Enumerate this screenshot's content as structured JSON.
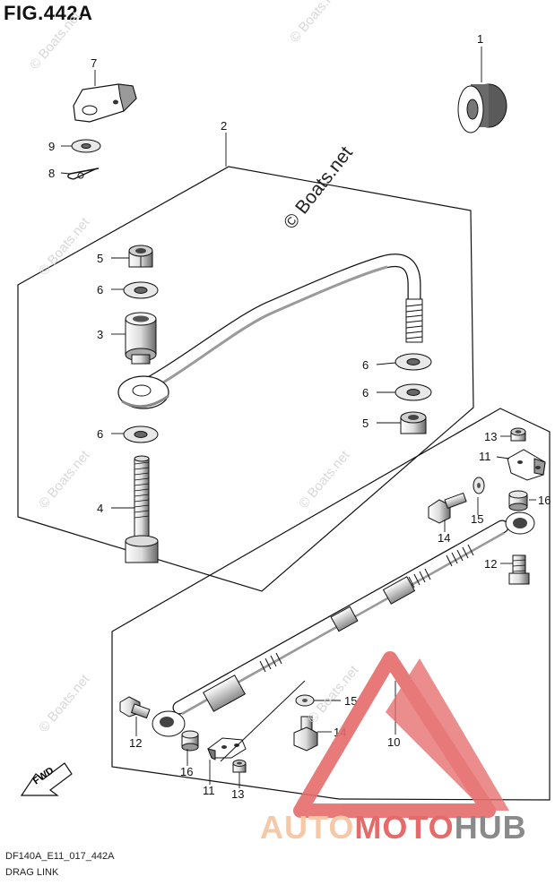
{
  "figure": {
    "title": "FIG.442A",
    "code": "DF140A_E11_017_442A",
    "name": "DRAG LINK",
    "copyright": "© Boats.net"
  },
  "watermark": {
    "text": "© Boats.net",
    "brand_part1": "AUTO",
    "brand_part2": "MOTO",
    "brand_part3": "HUB"
  },
  "direction_label": "FWD",
  "callouts": [
    "1",
    "2",
    "3",
    "4",
    "5",
    "5",
    "6",
    "6",
    "6",
    "6",
    "7",
    "8",
    "9",
    "10",
    "11",
    "11",
    "12",
    "12",
    "13",
    "13",
    "14",
    "14",
    "15",
    "15",
    "16",
    "16"
  ],
  "colors": {
    "line": "#111111",
    "part_fill": "#ffffff",
    "shade": "#888888",
    "logo_red": "#e56b6b",
    "logo_peach": "#f5c9a8",
    "logo_gray": "#8a8a8a"
  }
}
